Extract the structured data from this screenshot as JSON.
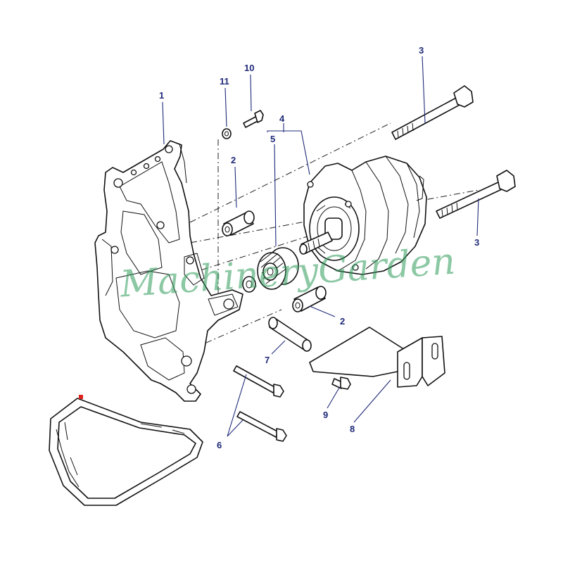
{
  "callouts": {
    "c1": "1",
    "c2a": "2",
    "c2b": "2",
    "c3a": "3",
    "c3b": "3",
    "c4": "4",
    "c5": "5",
    "c6": "6",
    "c7": "7",
    "c8": "8",
    "c9": "9",
    "c10": "10",
    "c11": "11"
  },
  "watermark": "MachineryGarden",
  "colors": {
    "callout": "#1f2a78",
    "watermark": "#2e9a5a",
    "linework": "#111111"
  }
}
